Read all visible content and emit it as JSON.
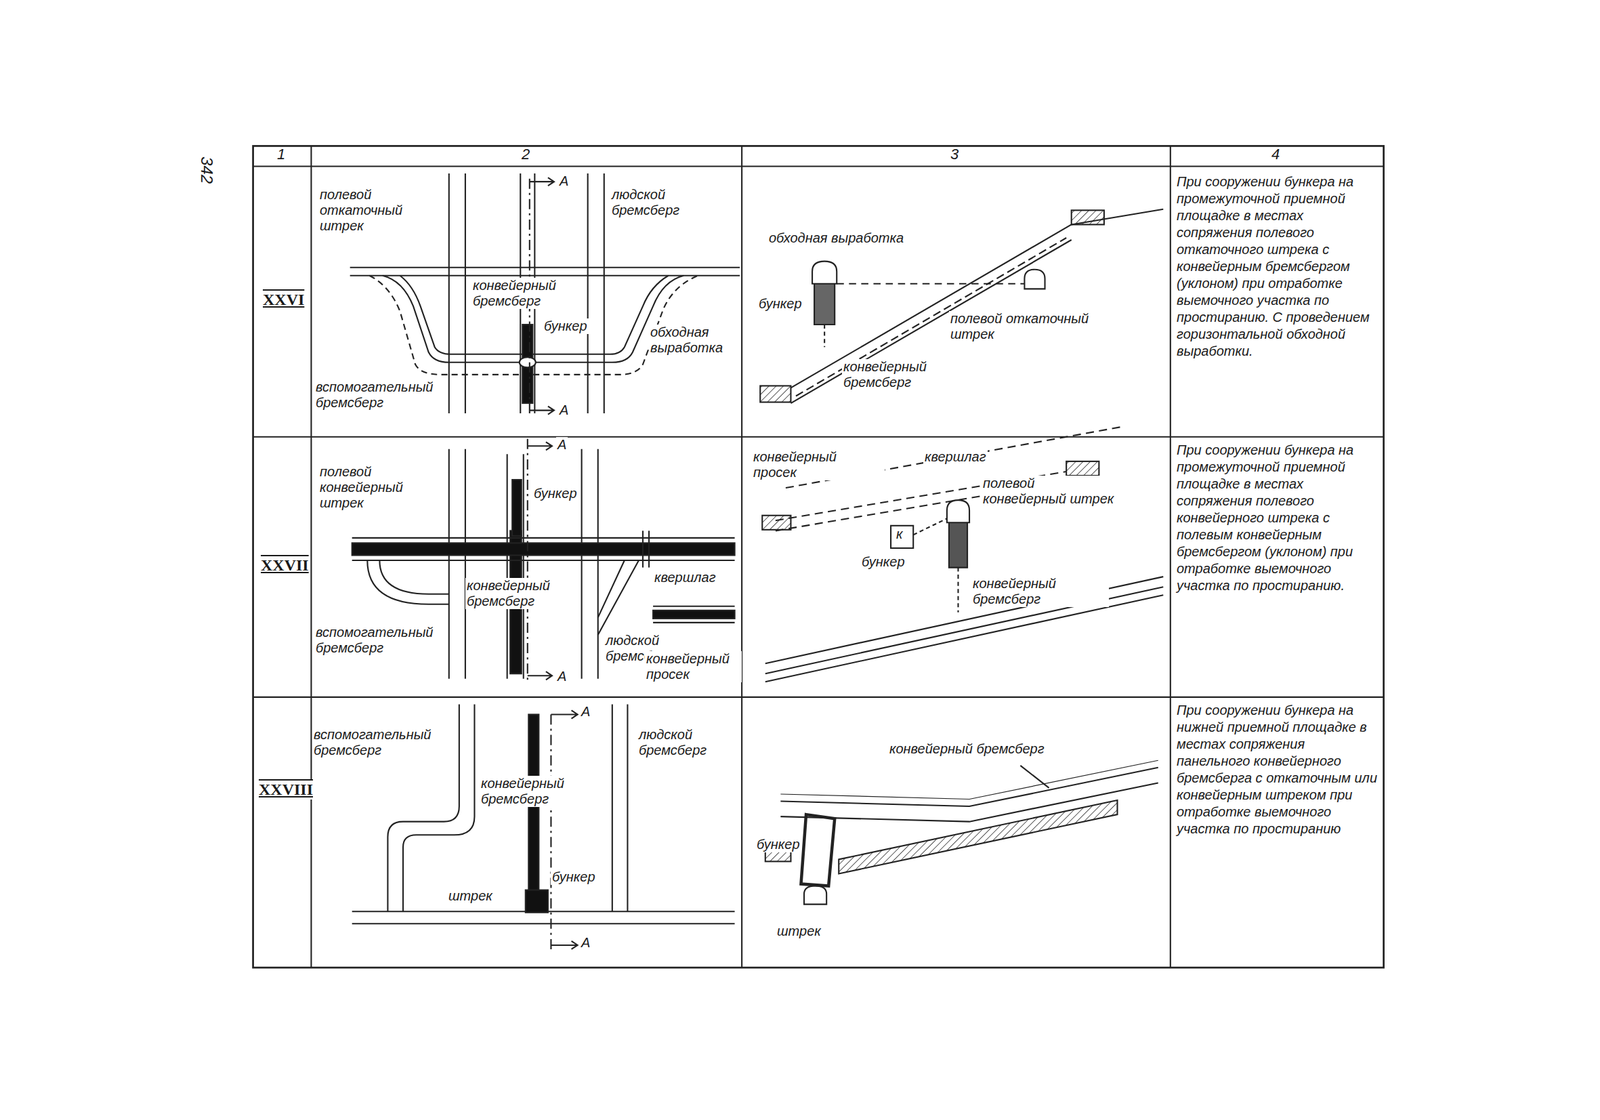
{
  "diagram": {
    "labels": [
      "342",
      "1",
      "2",
      "3",
      "4",
      "XXVI",
      "полевой откаточный штрек",
      "людской бремсберг",
      "конвейерный бремсберг",
      "бункер",
      "вспомогательный бремсберг",
      "обходная выработка",
      "А",
      "А",
      "обходная выработка",
      "бункер",
      "полевой откаточный штрек",
      "конвейерный бремсберг",
      "При сооружении бункера на промежуточной приемной площадке в местах сопряжения полевого откаточного штрека с конвейерным бремсбергом (уклоном) при отработке выемочного участка по простиранию. С проведением горизонтальной обходной выработки.",
      "XXVII",
      "полевой конвейерный штрек",
      "бункер",
      "А",
      "А",
      "конвейерный бремсберг",
      "квершлаг",
      "вспомогательный бремсберг",
      "людской бремсберг",
      "конвейерный просек",
      "конвейерный просек",
      "квершлаг",
      "полевой конвейерный штрек",
      "к",
      "бункер",
      "конвейерный бремсберг",
      "При сооружении бункера на промежуточной приемной площадке в местах сопряжения полевого конвейерного штрека с полевым конвейерным бремсбергом (уклоном) при отработке выемочного участка по простиранию.",
      "XXVIII",
      "вспомогательный бремсберг",
      "конвейерный бремсберг",
      "людской бремсберг",
      "бункер",
      "штрек",
      "А",
      "А",
      "конвейерный бремсберг",
      "бункер",
      "штрек",
      "При сооружении бункера на нижней приемной площадке в местах сопряжения панельного конвейерного бремсберга с откаточным или конвейерным штреком при отработке выемочного участка по простиранию"
    ]
  }
}
